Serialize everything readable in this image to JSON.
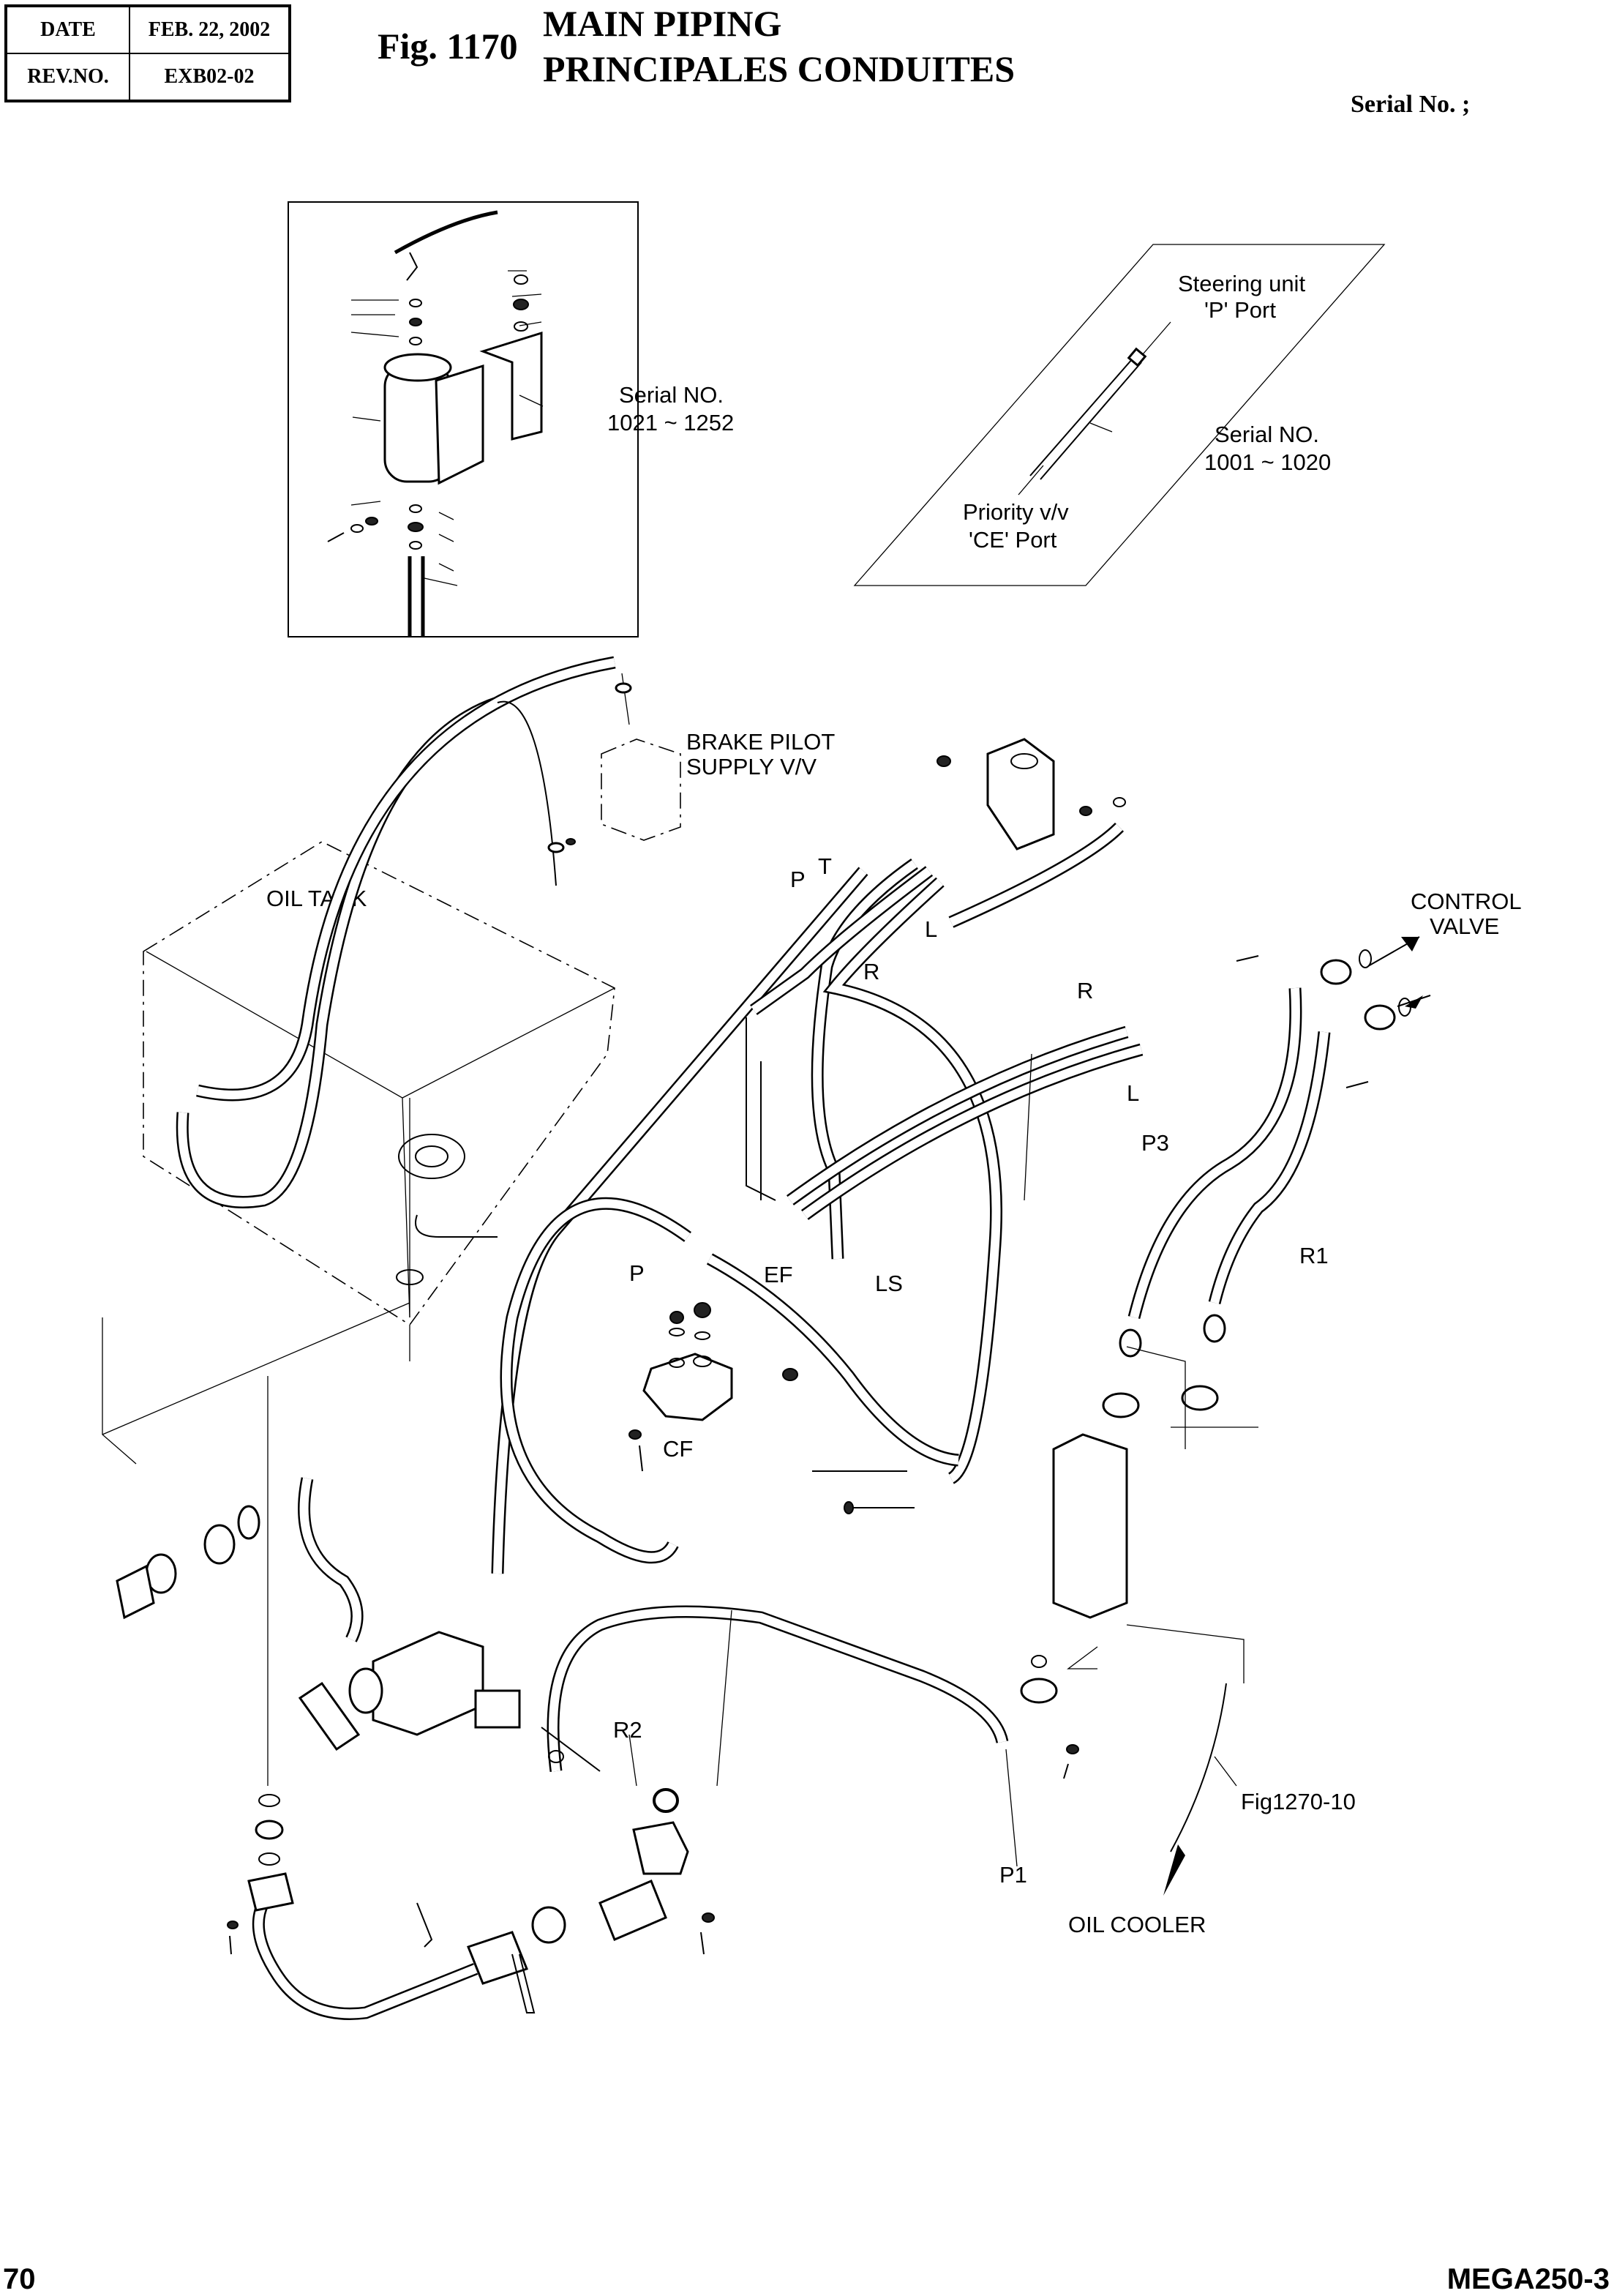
{
  "header": {
    "date_label": "DATE",
    "date_value": "FEB. 22, 2002",
    "rev_label": "REV.NO.",
    "rev_value": "EXB02-02",
    "figure_number": "Fig. 1170",
    "title_en": "MAIN PIPING",
    "title_fr": "PRINCIPALES CONDUITES",
    "serial_label": "Serial No. ;"
  },
  "insets": {
    "filter_inset": {
      "serial_line1": "Serial NO.",
      "serial_line2": "1021 ~ 1252"
    },
    "steering_inset": {
      "top_line1": "Steering unit",
      "top_line2": "'P' Port",
      "serial_line1": "Serial NO.",
      "serial_line2": "1001 ~ 1020",
      "bottom_line1": "Priority v/v",
      "bottom_line2": "'CE' Port"
    }
  },
  "labels": {
    "brake_pilot_1": "BRAKE PILOT",
    "brake_pilot_2": "SUPPLY V/V",
    "oil_tank": "OIL TANK",
    "control_valve_1": "CONTROL",
    "control_valve_2": "VALVE",
    "oil_cooler": "OIL COOLER",
    "fig_ref": "Fig1270-10",
    "hose_P_upper": "P",
    "hose_T": "T",
    "hose_L_upper": "L",
    "hose_R_upper": "R",
    "hose_R_right": "R",
    "hose_L_right": "L",
    "hose_P3": "P3",
    "hose_R1": "R1",
    "port_P": "P",
    "port_EF": "EF",
    "port_LS": "LS",
    "port_CF": "CF",
    "hose_R2": "R2",
    "hose_P1": "P1"
  },
  "footer": {
    "page_number": "70",
    "model": "MEGA250-3"
  }
}
